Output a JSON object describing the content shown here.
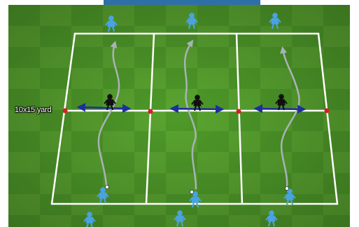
{
  "title": "",
  "field_label": "10x15 yard",
  "colors": {
    "grass_light": "#5fa832",
    "grass_dark": "#3f8c22",
    "line": "#ffffff",
    "cone": "#d91e1e",
    "attacker": "#4aa3df",
    "defender": "#111111",
    "arrow": "#1d2f9c",
    "path": "#a9b2b6"
  },
  "zones": [
    {
      "name": "left",
      "defender": "defender-left"
    },
    {
      "name": "middle",
      "defender": "defender-middle"
    },
    {
      "name": "right",
      "defender": "defender-right"
    }
  ],
  "icons": [
    "attacker-player-icon",
    "defender-player-icon",
    "cone-icon",
    "ball-icon",
    "double-arrow-icon",
    "dribble-path-icon"
  ]
}
